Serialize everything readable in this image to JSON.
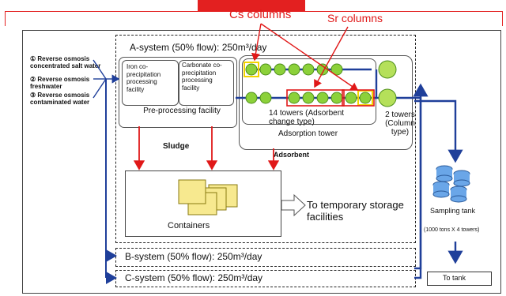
{
  "labels": {
    "cs_columns": "Cs columns",
    "sr_columns": "Sr columns",
    "a_system": "A-system (50% flow): 250m³/day",
    "b_system": "B-system (50% flow): 250m³/day",
    "c_system": "C-system (50% flow): 250m³/day",
    "source1": "① Reverse osmosis concentrated salt water",
    "source2": "② Reverse osmosis freshwater",
    "source3": "③ Reverse osmosis contaminated water",
    "iron_facility": "Iron co-precipitation processing facility",
    "carbonate_facility": "Carbonate co-precipitation processing facility",
    "preprocessing": "Pre-processing facility",
    "towers14": "14 towers (Adsorbent change type)",
    "towers2": "2 towers (Column type)",
    "adsorption_tower": "Adsorption tower",
    "sludge": "Sludge",
    "adsorbent": "Adsorbent",
    "containers": "Containers",
    "temporary_storage": "To temporary storage facilities",
    "sampling_tank": "Sampling tank",
    "sampling_note": "(1000 tons X 4 towers)",
    "to_tank": "To tank"
  },
  "colors": {
    "accent_red": "#e01818",
    "flow_blue": "#1f3f9a",
    "column_green": "#8cd13a",
    "column_green_dark": "#4e8f1a",
    "container_yellow": "#f7e98f",
    "tank_blue": "#6aa6e8",
    "highlight_yellow": "#f2d400"
  }
}
